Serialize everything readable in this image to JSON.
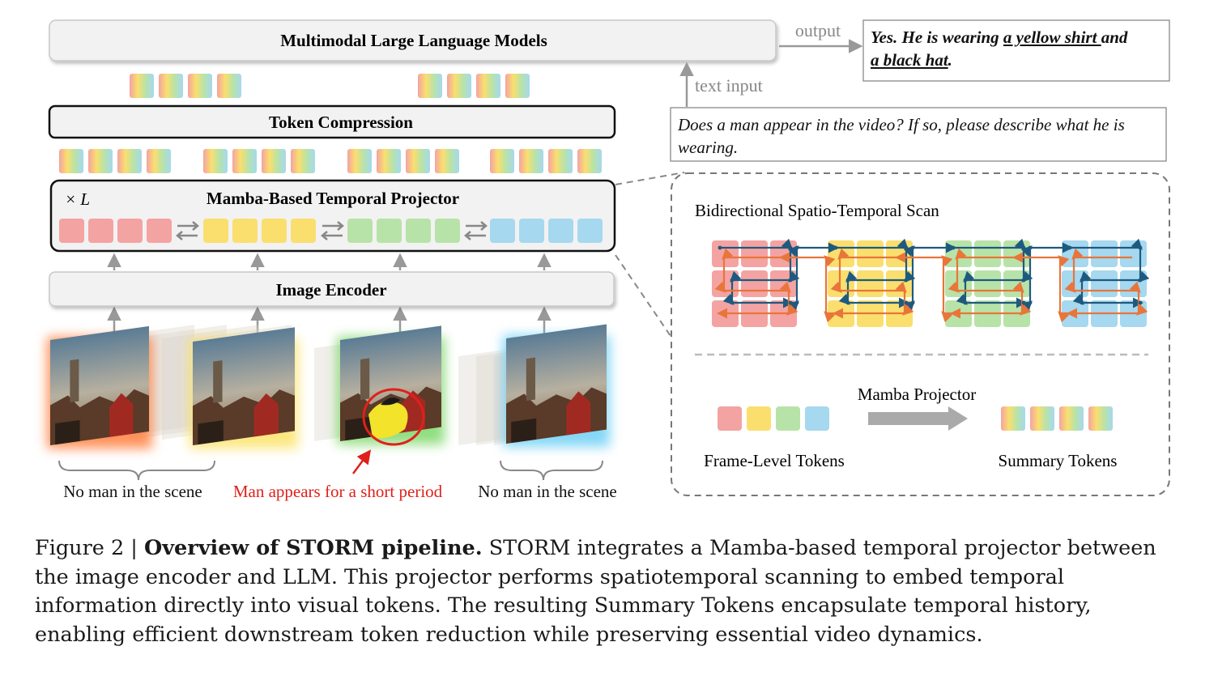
{
  "figure": {
    "mllm_label": "Multimodal Large Language Models",
    "token_compression_label": "Token Compression",
    "projector_label": "Mamba-Based Temporal Projector",
    "projector_repeat": "× L",
    "image_encoder_label": "Image Encoder",
    "output_label": "output",
    "text_input_label": "text input",
    "question": "Does a man appear in the video? If so, please describe what he is wearing.",
    "answer": {
      "prefix": "Yes. He is wearing ",
      "highlight1": "a yellow shirt ",
      "middle": "and",
      "highlight2": "a black hat",
      "suffix": "."
    },
    "scan_title": "Bidirectional Spatio-Temporal Scan",
    "mamba_projector_label": "Mamba Projector",
    "frame_level_label": "Frame-Level Tokens",
    "summary_label": "Summary Tokens",
    "frame_groups": [
      {
        "label": "No man in the scene",
        "color": "#ff7e45"
      },
      {
        "label": "Man appears for a short period",
        "color": "#e0201a"
      },
      {
        "label": "No man in the scene",
        "color": "#111111"
      }
    ],
    "token_colors": {
      "red": "#f4a3a3",
      "yellow": "#fadf6e",
      "green": "#b8e3a8",
      "blue": "#a6d8ef",
      "scan_dark": "#1e5a80",
      "scan_orange": "#e8753a"
    }
  },
  "caption": {
    "prefix": "Figure 2 | ",
    "title": "Overview of STORM pipeline.",
    "body": " STORM integrates a Mamba-based temporal projector between the image encoder and LLM. This projector performs spatiotemporal scanning to embed temporal information directly into visual tokens. The resulting Summary Tokens encapsulate temporal history, enabling efficient downstream token reduction while preserving essential video dynamics."
  }
}
